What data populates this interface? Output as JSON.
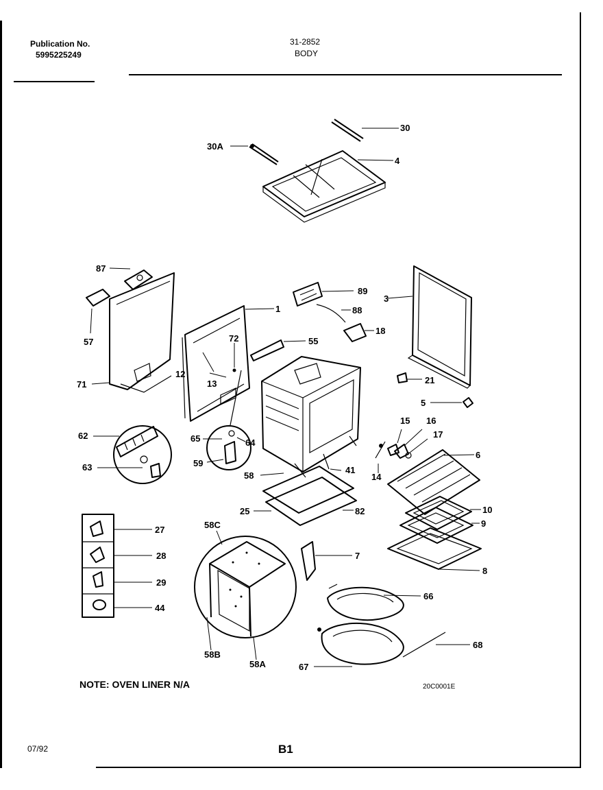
{
  "header": {
    "publication_label": "Publication No.",
    "publication_number": "5995225249",
    "model": "31-2852",
    "section": "BODY"
  },
  "note": "NOTE: OVEN LINER N/A",
  "drawing_code": "20C0001E",
  "footer": {
    "date": "07/92",
    "page": "B1"
  },
  "callouts": {
    "c30": "30",
    "c30a": "30A",
    "c4": "4",
    "c87": "87",
    "c57": "57",
    "c71": "71",
    "c1": "1",
    "c72": "72",
    "c12": "12",
    "c13": "13",
    "c55": "55",
    "c89": "89",
    "c88": "88",
    "c18": "18",
    "c3": "3",
    "c21": "21",
    "c5": "5",
    "c62": "62",
    "c63": "63",
    "c65": "65",
    "c64": "64",
    "c59": "59",
    "c58": "58",
    "c41": "41",
    "c15": "15",
    "c16": "16",
    "c17": "17",
    "c14": "14",
    "c6": "6",
    "c25": "25",
    "c82": "82",
    "c10": "10",
    "c9": "9",
    "c8": "8",
    "c27": "27",
    "c28": "28",
    "c29": "29",
    "c44": "44",
    "c58c": "58C",
    "c58b": "58B",
    "c58a": "58A",
    "c7": "7",
    "c66": "66",
    "c67": "67",
    "c68": "68"
  }
}
